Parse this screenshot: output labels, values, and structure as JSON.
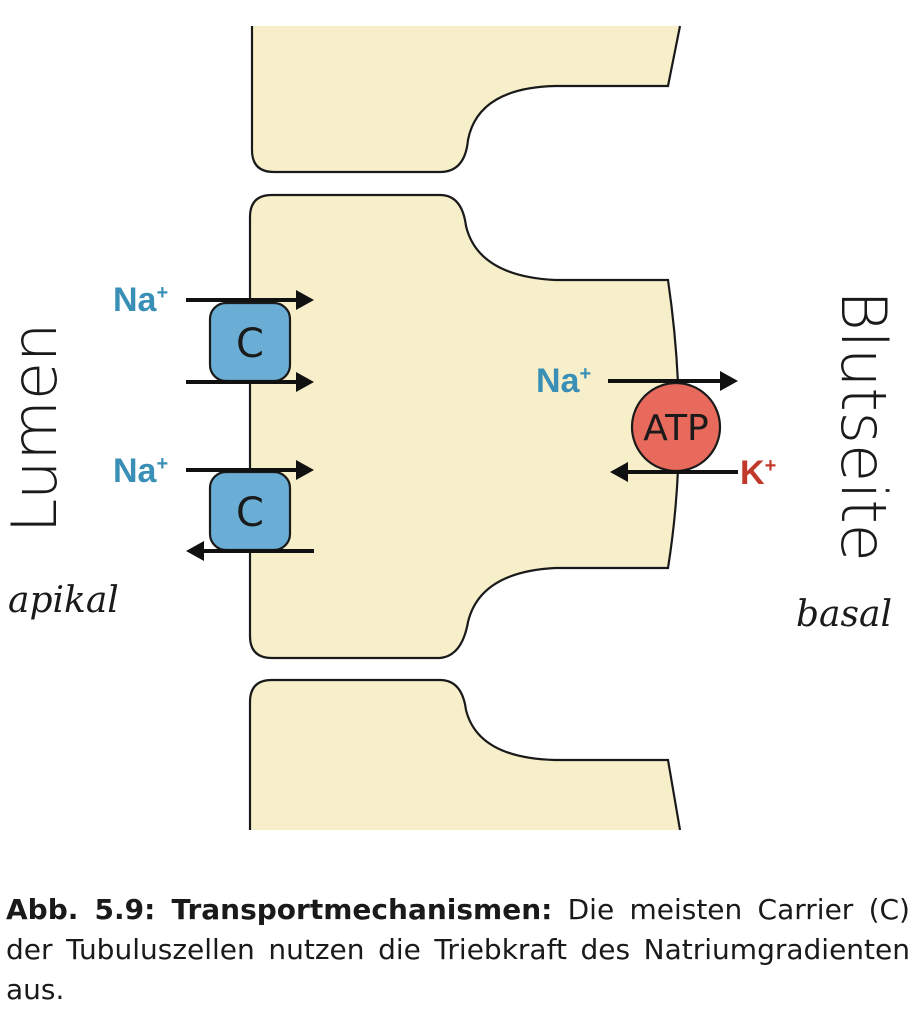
{
  "labels": {
    "lumen": "Lumen",
    "apikal": "apikal",
    "blutseite": "Blutseite",
    "basal": "basal"
  },
  "carriers": [
    {
      "label": "C",
      "ion": "Na",
      "charge": "+"
    },
    {
      "label": "C",
      "ion": "Na",
      "charge": "+"
    }
  ],
  "pump": {
    "label": "ATP",
    "ion_in": "Na",
    "ion_in_charge": "+",
    "ion_out": "K",
    "ion_out_charge": "+"
  },
  "caption": {
    "bold": "Abb. 5.9: Transportmechanismen:",
    "text": " Die meisten Carrier (C) der Tubuluszellen nutzen die Triebkraft des Natrium­gradienten aus."
  },
  "colors": {
    "cell": "#f7efc9",
    "carrier": "#6aaed6",
    "pump": "#e86a5c",
    "sodium": "#3a8fb7",
    "potassium": "#c0392b"
  }
}
